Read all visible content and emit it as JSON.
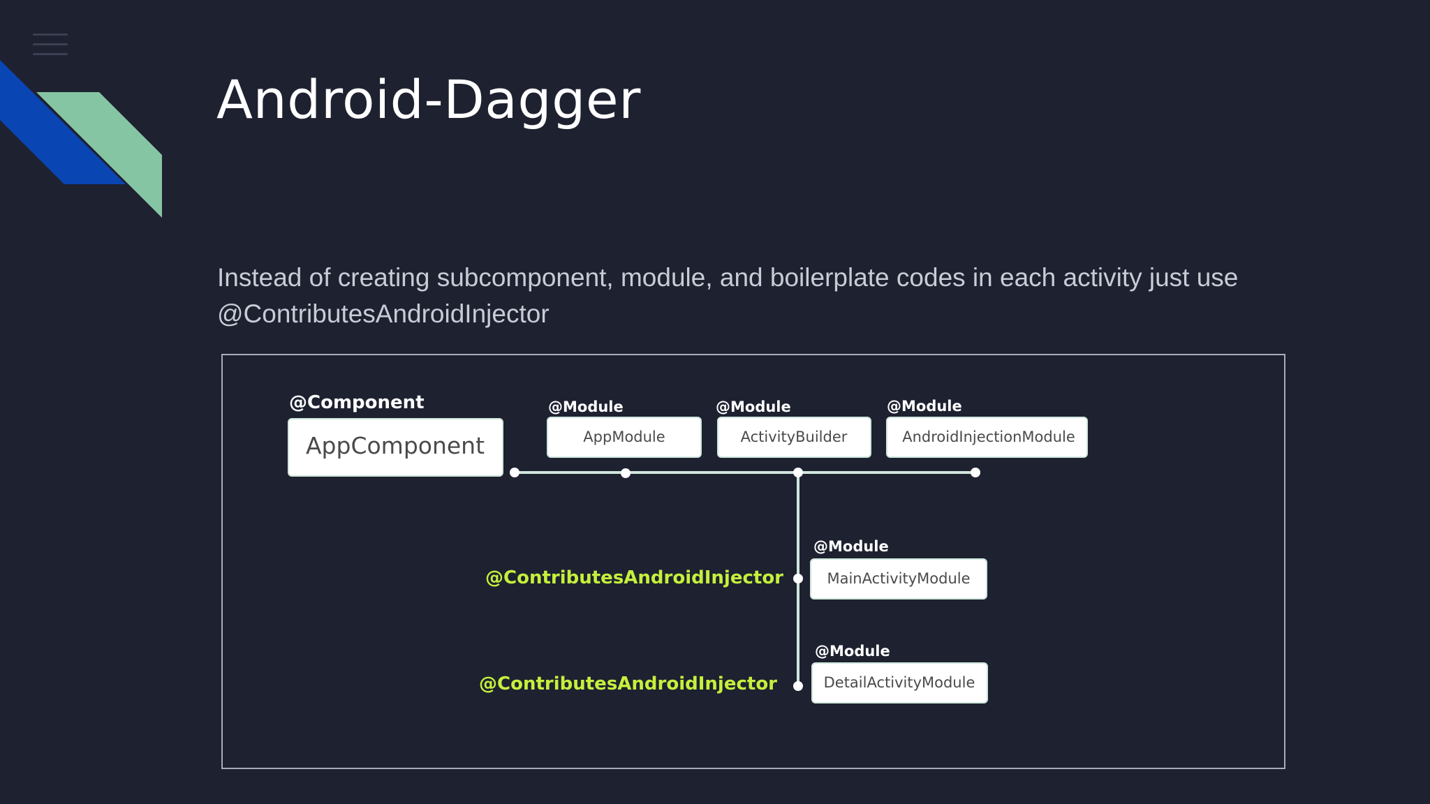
{
  "slide": {
    "title": "Android-Dagger",
    "body": "Instead of creating subcomponent, module, and boilerplate codes in each activity just  use @ContributesAndroidInjector"
  },
  "diagram": {
    "component": {
      "annotation": "@Component",
      "name": "AppComponent"
    },
    "top_modules": [
      {
        "annotation": "@Module",
        "name": "AppModule"
      },
      {
        "annotation": "@Module",
        "name": "ActivityBuilder"
      },
      {
        "annotation": "@Module",
        "name": "AndroidInjectionModule"
      }
    ],
    "activity_modules": [
      {
        "annotation": "@Module",
        "name": "MainActivityModule",
        "injector": "@ContributesAndroidInjector"
      },
      {
        "annotation": "@Module",
        "name": "DetailActivityModule",
        "injector": "@ContributesAndroidInjector"
      }
    ]
  },
  "colors": {
    "background": "#1e2130",
    "accent_blue": "#0a45b4",
    "accent_green": "#86c5a3",
    "injector_label": "#c5f03c"
  },
  "icons": {
    "menu": "hamburger-menu-icon"
  }
}
